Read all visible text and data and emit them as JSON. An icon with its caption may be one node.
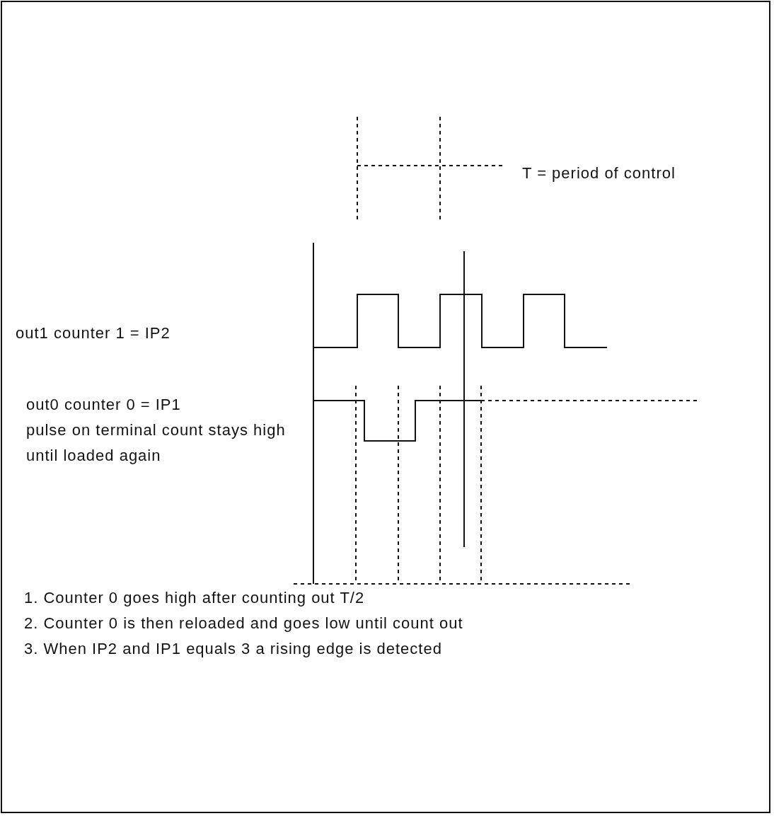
{
  "diagram": {
    "labels": [
      "T = period of control",
      "out1 counter 1 = IP2",
      "out0 counter 0 = IP1",
      "pulse on terminal count stays high until loaded again",
      "1. Counter 0 goes high after counting out T/2",
      "2. Counter 0 is then reloaded and goes low until count out",
      "3. When IP2 and IP1 equals 3 a rising edge is detected"
    ]
  }
}
